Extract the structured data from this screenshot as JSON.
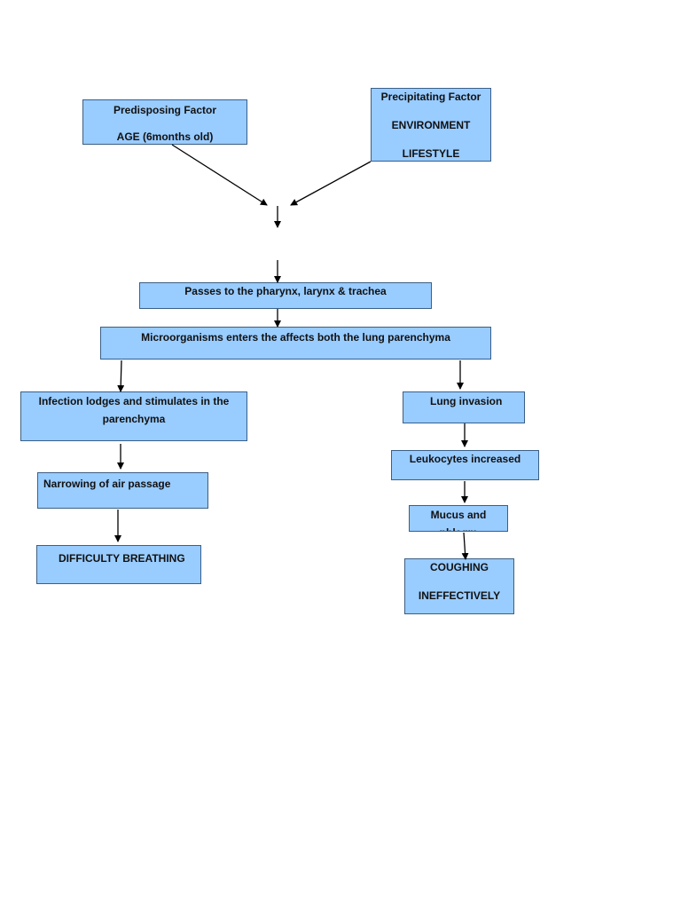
{
  "nodes": {
    "predisposing": {
      "title": "Predisposing Factor",
      "line2": "AGE (6months old)"
    },
    "precipitating": {
      "title": "Precipitating Factor",
      "line2": "ENVIRONMENT",
      "line3": "LIFESTYLE"
    },
    "pharynx": {
      "text": "Passes to the pharynx, larynx & trachea"
    },
    "microorganisms": {
      "text": "Microorganisms enters the affects both the lung parenchyma"
    },
    "infection": {
      "line1": "Infection lodges and stimulates in the",
      "line2": "parenchyma"
    },
    "narrowing": {
      "text": "Narrowing of air passage"
    },
    "difficulty": {
      "text": "DIFFICULTY BREATHING"
    },
    "lung_invasion": {
      "text": "Lung invasion"
    },
    "leukocytes": {
      "text": "Leukocytes increased"
    },
    "mucus": {
      "line1": "Mucus and",
      "line2": "phlegm"
    },
    "coughing": {
      "line1": "COUGHING",
      "line2": "INEFFECTIVELY"
    }
  },
  "colors": {
    "box_fill": "#99ccff",
    "box_border": "#3a5f86",
    "arrow": "#000000"
  }
}
